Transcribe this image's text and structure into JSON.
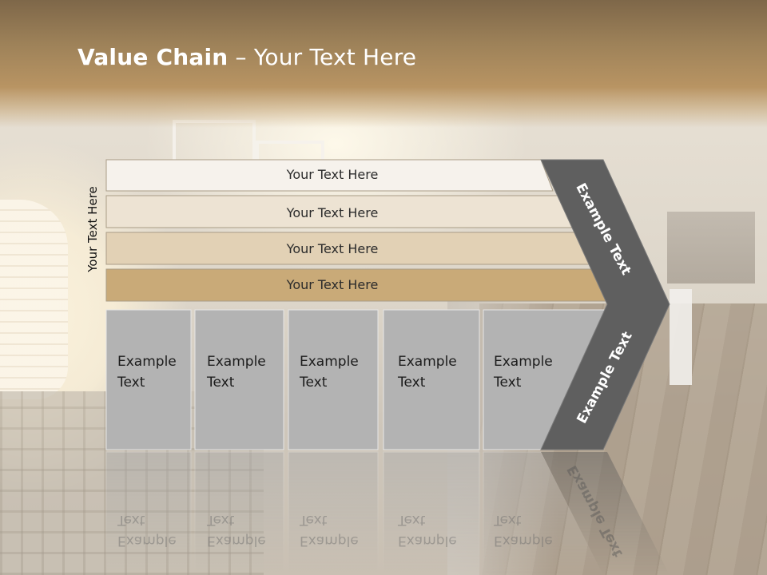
{
  "title": {
    "bold": "Value Chain",
    "rest": " – Your Text Here"
  },
  "side_label": "Your Text Here",
  "bands": [
    {
      "label": "Your Text Here",
      "color": "#f6f2ec"
    },
    {
      "label": "Your Text Here",
      "color": "#ede3d3"
    },
    {
      "label": "Your Text Here",
      "color": "#e2d1b5"
    },
    {
      "label": "Your Text Here",
      "color": "#c9aa78"
    }
  ],
  "boxes": [
    {
      "line1": "Example",
      "line2": "Text"
    },
    {
      "line1": "Example",
      "line2": "Text"
    },
    {
      "line1": "Example",
      "line2": "Text"
    },
    {
      "line1": "Example",
      "line2": "Text"
    },
    {
      "line1": "Example",
      "line2": "Text"
    }
  ],
  "chevron_labels": {
    "upper": "Example Text",
    "lower": "Example Text"
  },
  "colors": {
    "box_fill": "#b3b3b3",
    "chevron_fill": "#5f5f5f",
    "title_banner": "#a88a5f"
  }
}
